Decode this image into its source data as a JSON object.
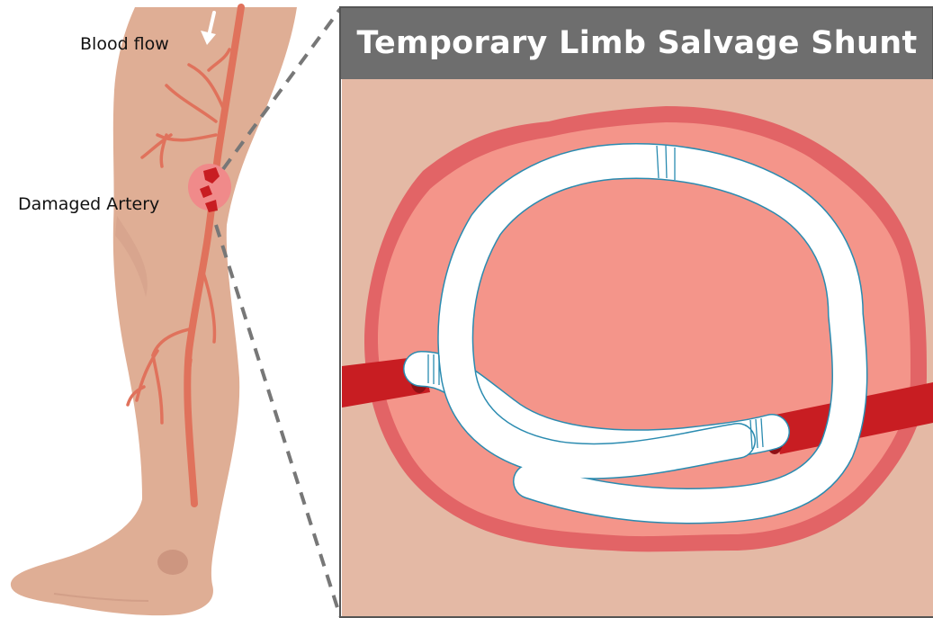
{
  "labels": {
    "blood_flow": "Blood flow",
    "damaged_artery": "Damaged Artery"
  },
  "title": "Temporary Limb Salvage Shunt",
  "colors": {
    "skin": "#dfae95",
    "skin_shade": "#c99580",
    "artery": "#e0725c",
    "wound_outer": "#e26466",
    "wound_inner": "#f4958a",
    "vessel": "#c81d22",
    "shunt": "#ffffff",
    "shunt_edge": "#2a8bb0",
    "title_bar": "#6e6e6e",
    "panel_bg": "#e6baa6",
    "connector": "#777777"
  },
  "icons": {
    "flow_arrow": "arrow-down-icon"
  }
}
